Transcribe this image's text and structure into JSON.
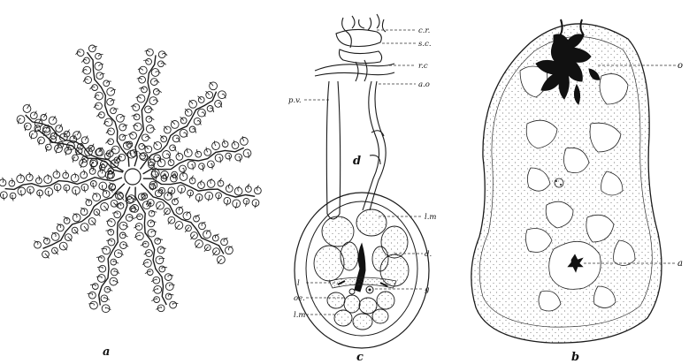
{
  "panels": [
    {
      "id": "a",
      "letter": "a",
      "labels": []
    },
    {
      "id": "d",
      "letter": "d",
      "labels": [
        "c.r.",
        "s.c.",
        "r.c",
        "a.o",
        "p.v."
      ]
    },
    {
      "id": "c",
      "letter": "c",
      "labels": [
        "l.m",
        "d.",
        "l",
        "g",
        "oe.",
        "l.m"
      ]
    },
    {
      "id": "b",
      "letter": "b",
      "labels": [
        "o",
        "a"
      ]
    }
  ],
  "colors": {
    "ink": "#1a1a1a",
    "stipple": "#555555",
    "background": "#ffffff"
  }
}
